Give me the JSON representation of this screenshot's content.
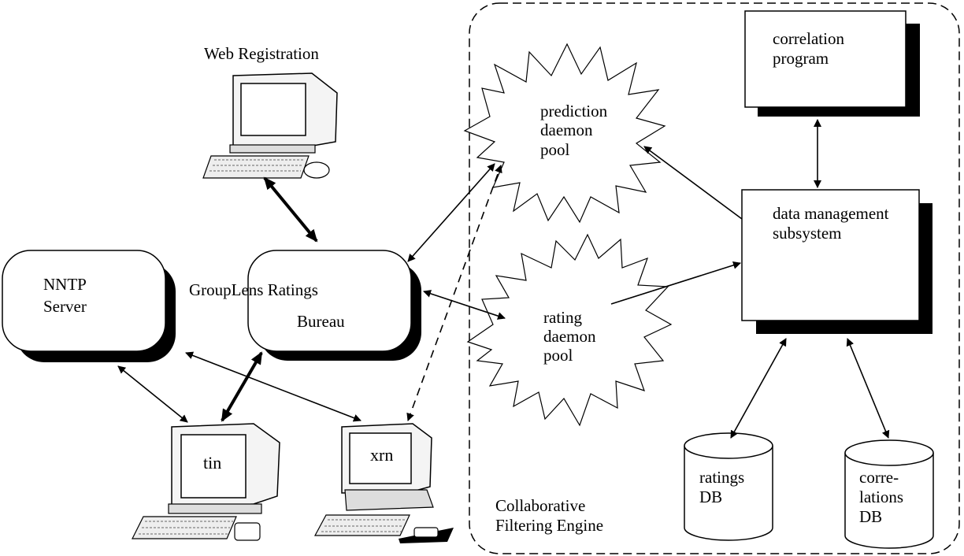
{
  "labels": {
    "web_registration": "Web Registration",
    "nntp_server": [
      "NNTP",
      "Server"
    ],
    "bureau": [
      "GroupLens Ratings",
      "Bureau"
    ],
    "tin": "tin",
    "xrn": "xrn",
    "prediction_pool": [
      "prediction",
      "daemon",
      "pool"
    ],
    "rating_pool": [
      "rating",
      "daemon",
      "pool"
    ],
    "correlation_program": [
      "correlation",
      "program"
    ],
    "data_management": [
      "data management",
      "subsystem"
    ],
    "ratings_db": [
      "ratings",
      "DB"
    ],
    "correlations_db": [
      "corre-",
      "lations",
      "DB"
    ],
    "engine": [
      "Collaborative",
      "Filtering Engine"
    ]
  }
}
